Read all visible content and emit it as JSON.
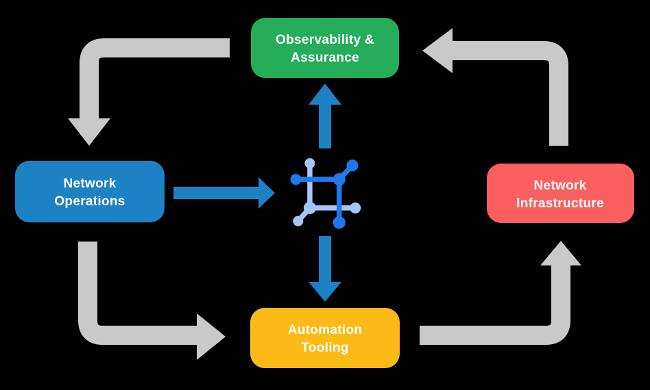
{
  "diagram": {
    "title": "Network automation lifecycle diagram",
    "colors": {
      "background": "#000000",
      "cycle_arrow": "#c9c9c9",
      "center_arrow": "#1d82c5",
      "icon_dark": "#1e78ee",
      "icon_light": "#a5c6f7",
      "node_text": "#ffffff"
    },
    "nodes": [
      {
        "id": "observability-assurance",
        "line1": "Observability &",
        "line2": "Assurance",
        "fill": "#25ad5a"
      },
      {
        "id": "network-operations",
        "line1": "Network",
        "line2": "Operations",
        "fill": "#1d82c5"
      },
      {
        "id": "network-infrastructure",
        "line1": "Network",
        "line2": "Infrastructure",
        "fill": "#fb5f5f"
      },
      {
        "id": "automation-tooling",
        "line1": "Automation",
        "line2": "Tooling",
        "fill": "#fcba17"
      }
    ],
    "cycle_arrows": [
      {
        "id": "observability-to-network-operations",
        "from": "observability-assurance",
        "to": "network-operations",
        "direction": "left-then-down"
      },
      {
        "id": "network-operations-to-automation-tooling",
        "from": "network-operations",
        "to": "automation-tooling",
        "direction": "down-then-right"
      },
      {
        "id": "automation-tooling-to-network-infrastructure",
        "from": "automation-tooling",
        "to": "network-infrastructure",
        "direction": "right-then-up"
      },
      {
        "id": "network-infrastructure-to-observability",
        "from": "network-infrastructure",
        "to": "observability-assurance",
        "direction": "up-then-left"
      }
    ],
    "center_arrows": [
      {
        "id": "network-operations-to-center",
        "direction": "right"
      },
      {
        "id": "center-to-observability",
        "direction": "up"
      },
      {
        "id": "center-to-automation-tooling",
        "direction": "down"
      }
    ],
    "center_icon": {
      "name": "network-mesh-icon"
    }
  }
}
